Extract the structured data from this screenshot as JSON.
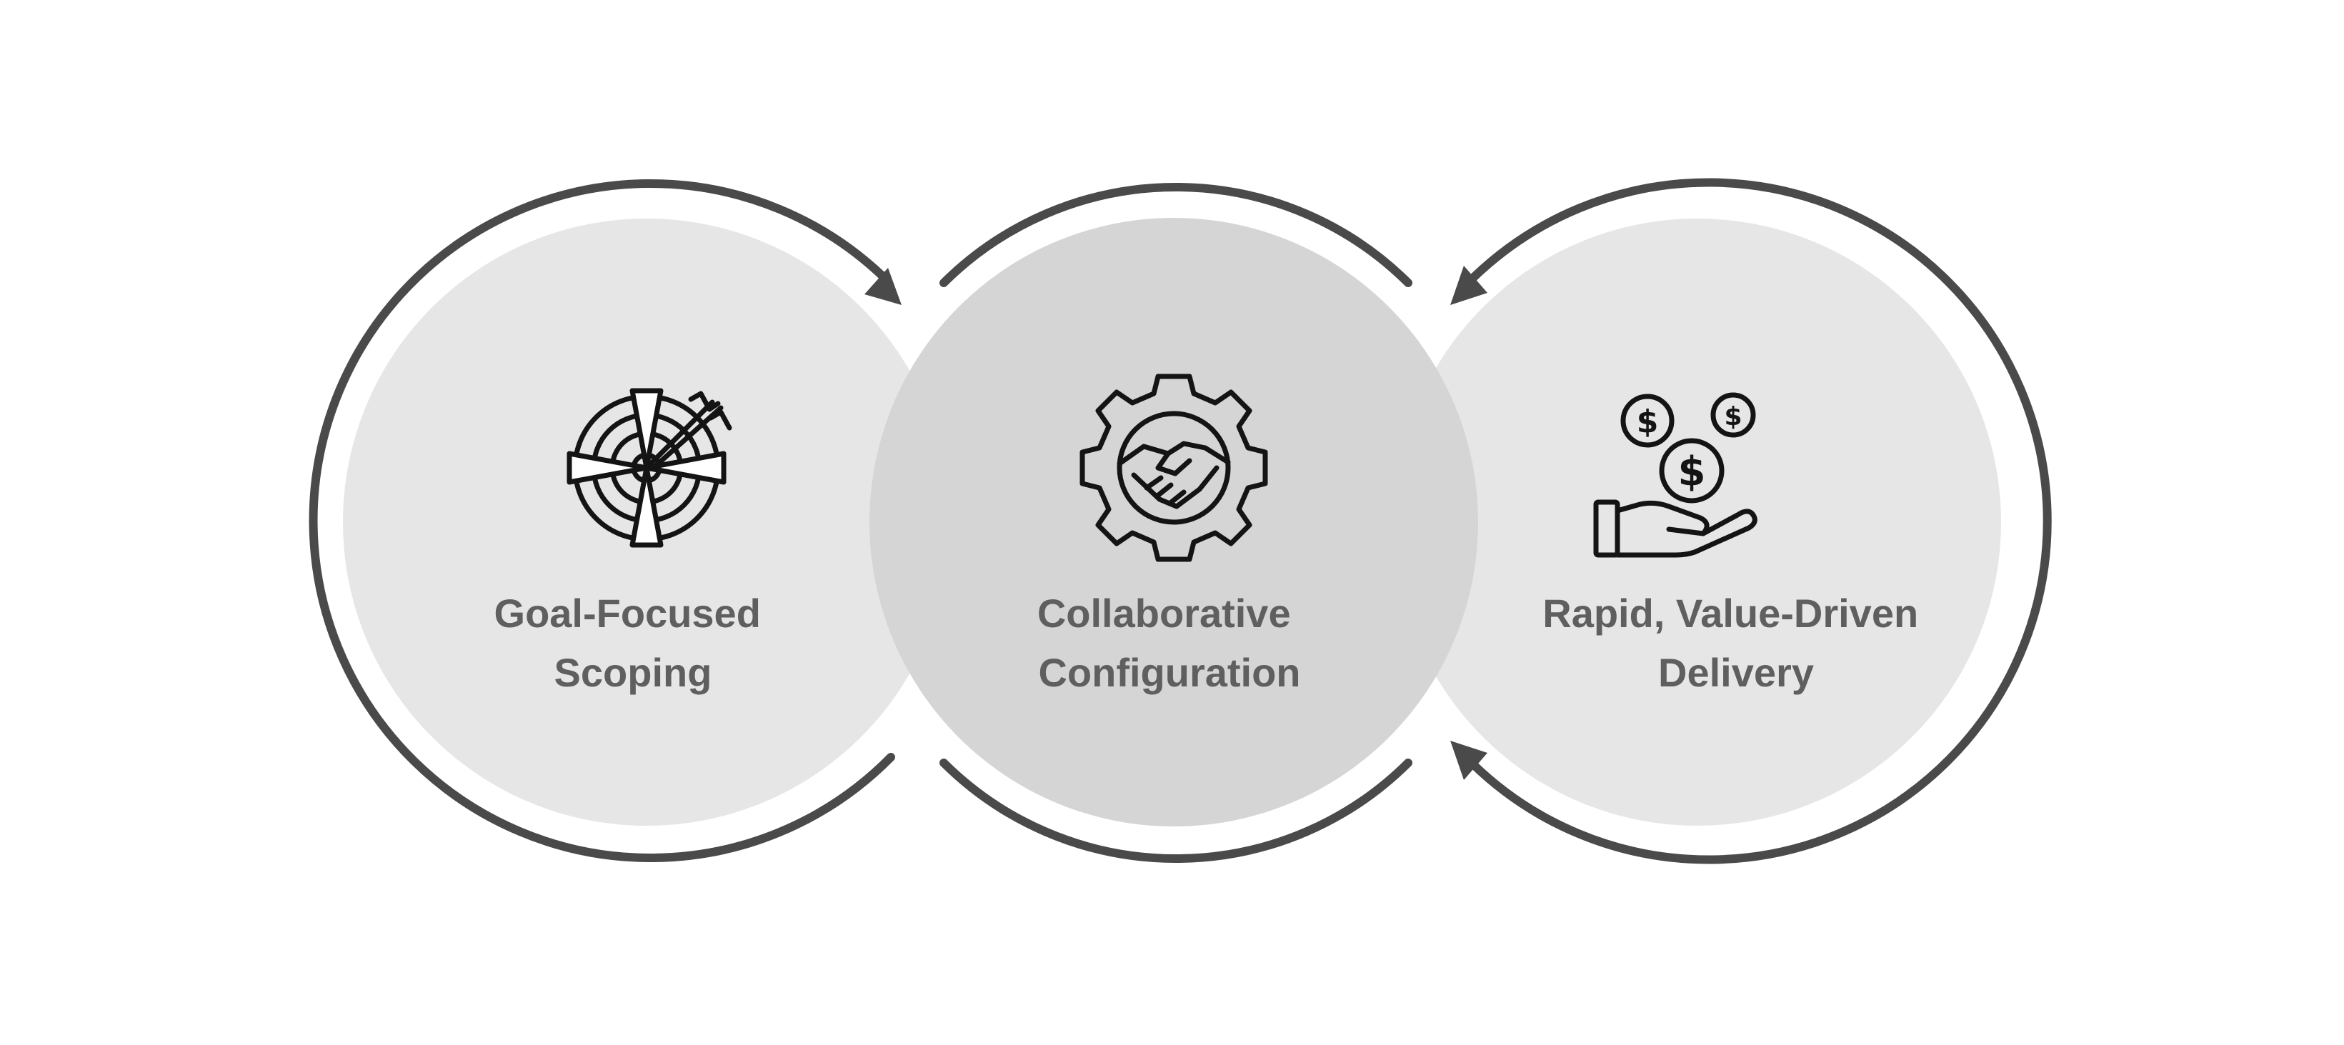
{
  "stages": [
    {
      "label_lines": [
        "Goal-Focused",
        "Scoping"
      ],
      "icon": "target-with-arrows-icon",
      "fill": "#e6e6e6"
    },
    {
      "label_lines": [
        "Collaborative",
        "Configuration"
      ],
      "icon": "gear-handshake-icon",
      "fill": "#d6d5d6"
    },
    {
      "label_lines": [
        "Rapid, Value-Driven",
        "Delivery"
      ],
      "icon": "hand-with-coins-icon",
      "fill": "#e6e6e6"
    }
  ],
  "colors": {
    "arrow": "#4a4a4a",
    "label": "#5f5f5f",
    "icon": "#141414",
    "background": "#ffffff"
  }
}
